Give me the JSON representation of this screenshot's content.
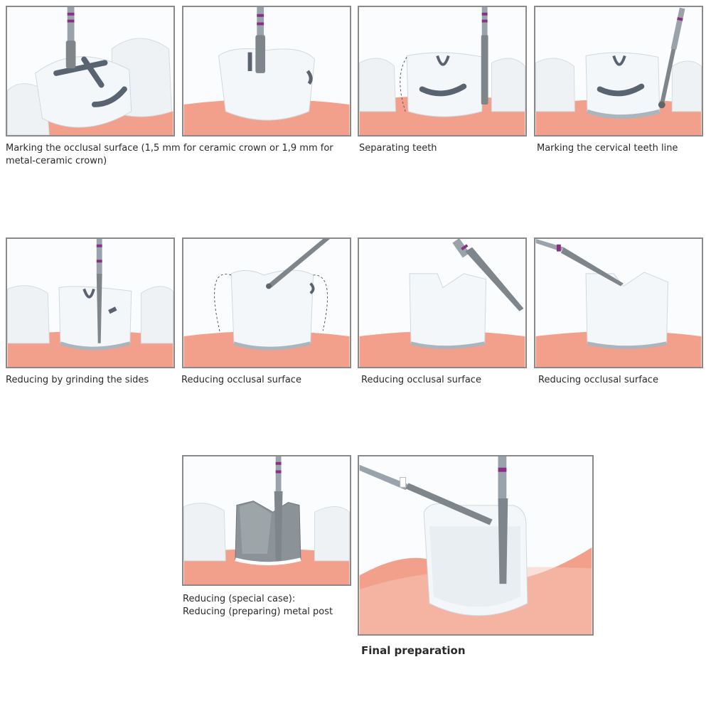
{
  "steps": [
    {
      "caption": "Marking the occlusal surface (1,5 mm for ceramic crown or 1,9 mm for metal-ceramic crown)"
    },
    {
      "caption": "Separating teeth"
    },
    {
      "caption": "Marking the cervical teeth line"
    },
    {
      "caption": "Reducing by grinding the sides"
    },
    {
      "caption": "Reducing occlusal surface"
    },
    {
      "caption": "Reducing occlusal surface"
    },
    {
      "caption": "Reducing occlusal surface"
    },
    {
      "caption": "Reducing (special case):"
    },
    {
      "caption": "Reducing (preparing) metal post"
    },
    {
      "caption": "Final preparation"
    }
  ],
  "colors": {
    "gum": "#f2a08c",
    "gum_light": "#f8c6b8",
    "tooth": "#f3f6f8",
    "tooth_shade": "#cfd8de",
    "groove": "#5a6470",
    "bur_shaft": "#9aa3ab",
    "bur_ring": "#8a2f86",
    "metal": "#8c9398",
    "panel_border": "#8a8a8a"
  },
  "icons": [
    "diamond-bur-icon",
    "tooth-icon",
    "gum-icon"
  ]
}
